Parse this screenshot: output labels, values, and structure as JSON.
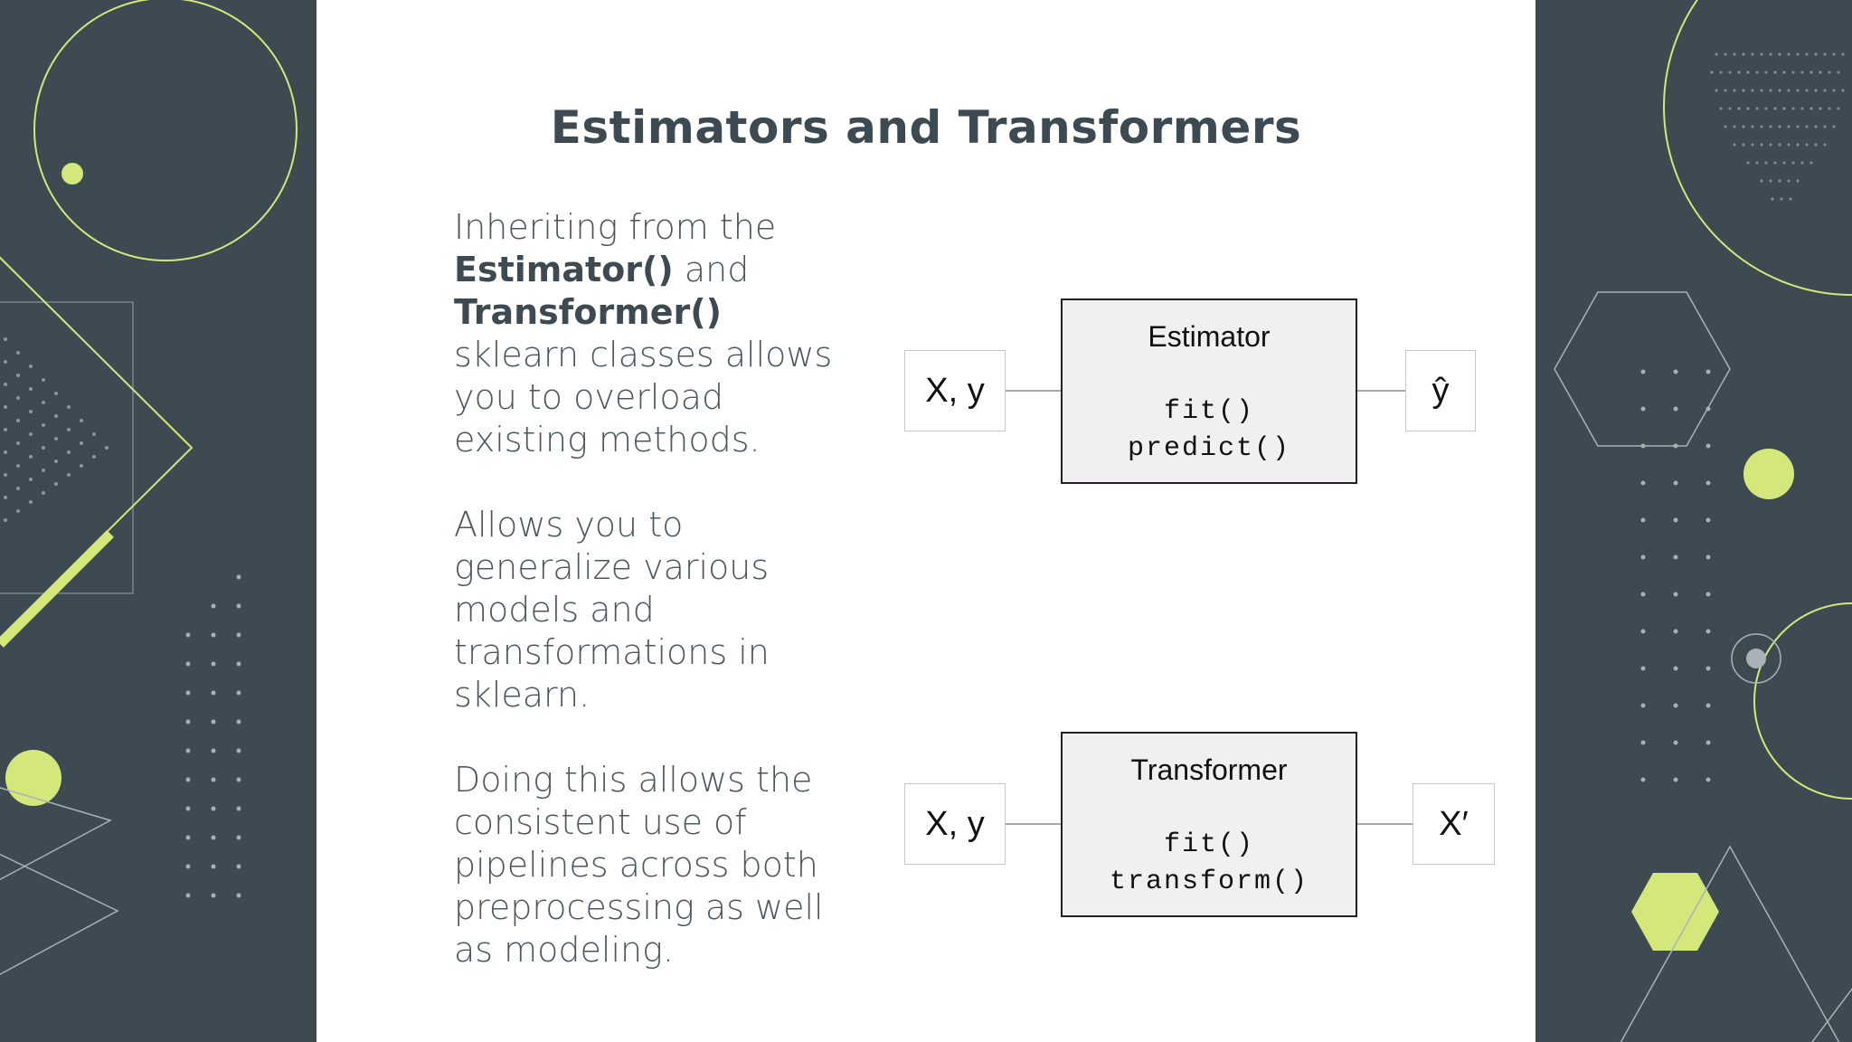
{
  "slide": {
    "title": "Estimators and Transformers",
    "paragraph1": {
      "prefix": "Inheriting from the",
      "estimator": "Estimator()",
      "and": "and",
      "transformer": "Transformer()",
      "suffix": "sklearn classes allows you to overload existing methods."
    },
    "paragraph2": "Allows you to generalize various models and transformations in sklearn.",
    "paragraph3": "Doing this allows the consistent use of pipelines across both preprocessing as well as modeling."
  },
  "diagram": {
    "estimator": {
      "input": "X, y",
      "title": "Estimator",
      "method1": "fit()",
      "method2": "predict()",
      "output": "ŷ"
    },
    "transformer": {
      "input": "X, y",
      "title": "Transformer",
      "method1": "fit()",
      "method2": "transform()",
      "output": "X′"
    }
  },
  "colors": {
    "background": "#3d4a51",
    "accent": "#d4e77b",
    "slide": "#ffffff",
    "box_fill": "#f1eff1"
  }
}
